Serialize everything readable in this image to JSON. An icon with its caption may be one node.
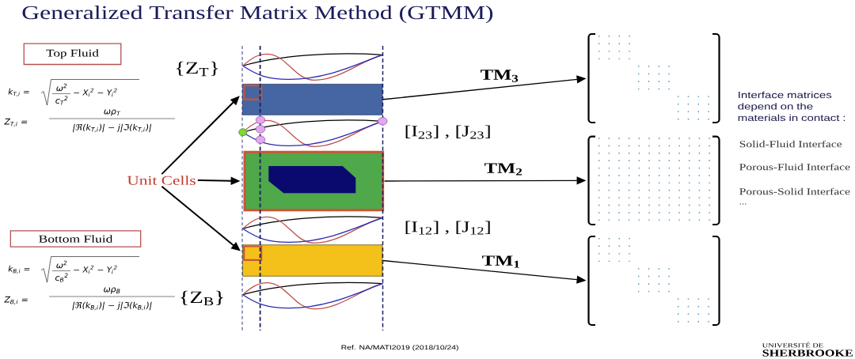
{
  "diagram": {
    "title": "Generalized Transfer Matrix Method (GTMM)",
    "nodes": [
      {
        "text": [
          "Top Fluid"
        ]
      },
      {
        "text": [
          "Unit Cells"
        ]
      },
      {
        "text": [
          "Bottom Fluid"
        ]
      },
      {
        "text": [],
        "shape": "box"
      },
      {
        "text": [],
        "shape": "box",
        "in": 3
      },
      {
        "text": [],
        "shape": "box"
      },
      {
        "text": [],
        "shape": "polygon",
        "in": 5
      },
      {
        "text": [],
        "shape": "box"
      },
      {
        "text": [],
        "shape": "box",
        "in": 7
      },
      {
        "text": [],
        "shape": "matrix"
      },
      {
        "text": [],
        "shape": "matrix"
      },
      {
        "text": [],
        "shape": "matrix"
      }
    ],
    "edges": [
      {
        "from": 1,
        "to": 4,
        "arrow": "to"
      },
      {
        "from": 1,
        "to": 5,
        "arrow": "to"
      },
      {
        "from": 1,
        "to": 8,
        "arrow": "to"
      },
      {
        "from": 3,
        "to": 9,
        "arrow": "to",
        "label": "TM$_{3}$"
      },
      {
        "from": 5,
        "to": 10,
        "arrow": "to",
        "label": "TM$_{2}$"
      },
      {
        "from": 7,
        "to": 11,
        "arrow": "to",
        "label": "TM$_{1}$"
      }
    ],
    "labels": [
      "{Z$_{T}$}",
      "k$_{T,i}$ =",
      "ω$^{2}$",
      "c$_{T}$$^{2}$",
      "− X$_{i}$$^{2}$ − Υ$_{i}$$^{2}$",
      "Z$_{T,i}$ =",
      "ωρ$_{T}$",
      "|ℜ(k$_{T,i}$)| − j|ℑ(k$_{T,i}$)|",
      "[I$_{23}$] , [J$_{23}$]",
      "Interface matrices depend on the materials in contact :",
      "Solid-Fluid Interface",
      "Porous-Fluid Interface",
      "Porous-Solid Interface",
      "...",
      "[I$_{12}$] , [J$_{12}$]",
      "k$_{B,i}$ =",
      "ω$^{2}$",
      "c$_{B}$$^{2}$",
      "− X$_{i}$$^{2}$ − Υ$_{i}$$^{2}$",
      "Z$_{B,i}$ =",
      "ωρ$_{B}$",
      "|ℜ(k$_{B,i}$)| − j|ℑ(k$_{B,i}$)|",
      "{Z$_{B}$}",
      "Ref. NA/MATI2019 (2018/10/24)",
      "UNIVERSITÉ DE",
      "SHERBROOKE"
    ]
  }
}
